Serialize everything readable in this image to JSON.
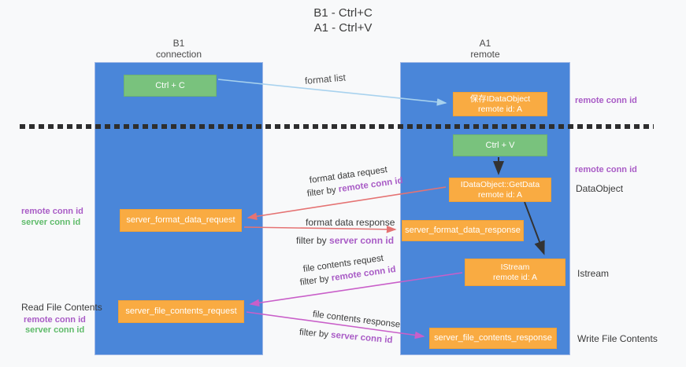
{
  "title": {
    "line1": "B1 - Ctrl+C",
    "line2": "A1 - Ctrl+V"
  },
  "columns": {
    "left": {
      "name": "B1",
      "role": "connection"
    },
    "right": {
      "name": "A1",
      "role": "remote"
    }
  },
  "nodes": {
    "ctrl_c": {
      "label": "Ctrl + C"
    },
    "ctrl_v": {
      "label": "Ctrl + V"
    },
    "save_dataobject": {
      "line1": "保存IDataObject",
      "line2": "remote id: A"
    },
    "getdata": {
      "line1": "IDataObject::GetData",
      "line2": "remote id: A"
    },
    "istream": {
      "line1": "IStream",
      "line2": "remote id: A"
    },
    "server_format_data_request": {
      "label": "server_format_data_request"
    },
    "server_format_data_response": {
      "label": "server_format_data_response"
    },
    "server_file_contents_request": {
      "label": "server_file_contents_request"
    },
    "server_file_contents_response": {
      "label": "server_file_contents_response"
    }
  },
  "annotations": {
    "right": {
      "remote_conn_id_top": "remote conn id",
      "remote_conn_id_mid": "remote conn id",
      "dataobject": "DataObject",
      "istream": "Istream",
      "write_file_contents": "Write File Contents"
    },
    "left": {
      "remote_conn_id_mid": "remote conn id",
      "server_conn_id_mid": "server conn id",
      "read_file_contents": "Read File Contents",
      "remote_conn_id_bottom": "remote conn id",
      "server_conn_id_bottom": "server conn id"
    }
  },
  "flows": {
    "format_list": {
      "label": "format list"
    },
    "format_data_request": {
      "label": "format data request",
      "filter_prefix": "filter by ",
      "filter_key": "remote conn id"
    },
    "format_data_response": {
      "label": "format data response",
      "filter_prefix": "filter by ",
      "filter_key": "server conn id"
    },
    "file_contents_request": {
      "label": "file contents request",
      "filter_prefix": "filter by ",
      "filter_key": "remote conn id"
    },
    "file_contents_response": {
      "label": "file contents response",
      "filter_prefix": "filter by ",
      "filter_key": "server conn id"
    }
  },
  "colors": {
    "column_blue": "#4a86d9",
    "node_green": "#79c27d",
    "node_orange": "#f9ab42",
    "arrow_red": "#e57373",
    "arrow_magenta": "#c95fc9",
    "arrow_lightblue": "#a8d2ee",
    "arrow_black": "#333333",
    "label_purple": "#a95cc6",
    "label_green": "#5fbb6a"
  }
}
